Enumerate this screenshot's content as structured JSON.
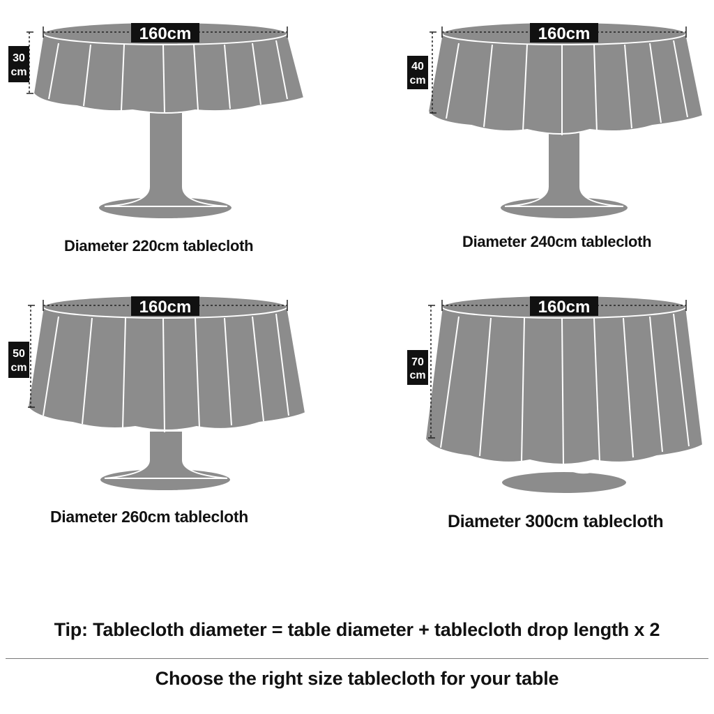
{
  "panels": [
    {
      "id": "p1",
      "table_label": "160cm",
      "drop_value": "30",
      "drop_unit": "cm",
      "caption": "Diameter 220cm tablecloth"
    },
    {
      "id": "p2",
      "table_label": "160cm",
      "drop_value": "40",
      "drop_unit": "cm",
      "caption": "Diameter 240cm tablecloth"
    },
    {
      "id": "p3",
      "table_label": "160cm",
      "drop_value": "50",
      "drop_unit": "cm",
      "caption": "Diameter 260cm tablecloth"
    },
    {
      "id": "p4",
      "table_label": "160cm",
      "drop_value": "70",
      "drop_unit": "cm",
      "caption": "Diameter 300cm tablecloth"
    }
  ],
  "tip": "Tip: Tablecloth diameter = table diameter + tablecloth drop length x 2",
  "subtitle": "Choose the right size tablecloth for your table",
  "colors": {
    "cloth": "#8c8c8c",
    "cloth_outline": "#ffffff",
    "label_bg": "#111111",
    "label_text": "#ffffff"
  }
}
